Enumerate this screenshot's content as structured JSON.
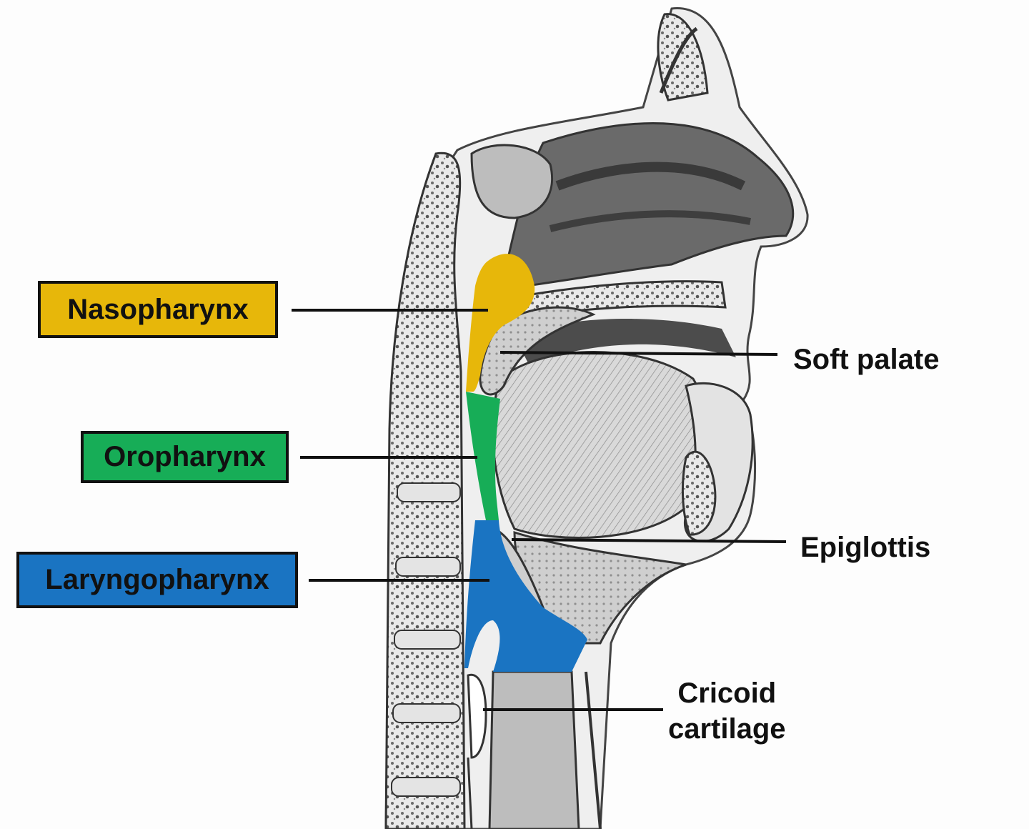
{
  "colors": {
    "nasopharynx": "#e7b70a",
    "oropharynx": "#17ad57",
    "laryngopharynx": "#1a74c2",
    "line": "#111111"
  },
  "regions": {
    "nasopharynx": "Nasopharynx",
    "oropharynx": "Oropharynx",
    "laryngopharynx": "Laryngopharynx"
  },
  "structures": {
    "soft_palate": "Soft palate",
    "epiglottis": "Epiglottis",
    "cricoid_line1": "Cricoid",
    "cricoid_line2": "cartilage"
  }
}
